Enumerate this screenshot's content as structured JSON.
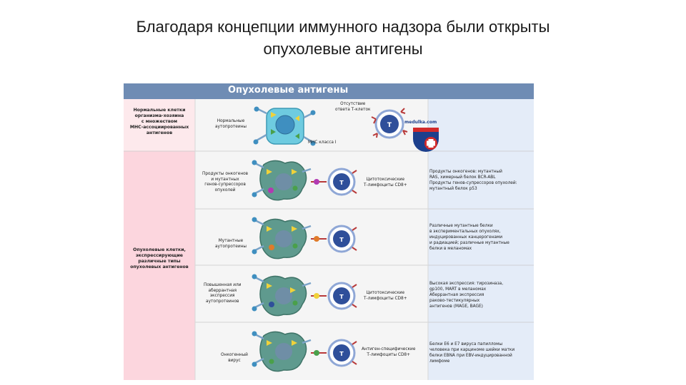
{
  "slide": {
    "title_line1": "Благодаря концепции иммунного надзора были открыты",
    "title_line2": "опухолевые антигены"
  },
  "figure": {
    "header": "Опухолевые антигены",
    "watermark": "medulka.com",
    "row_labels": {
      "normal": [
        "Нормальные клетки",
        "организма-хозяина",
        "с множеством",
        "МНС-ассоциированных",
        "антигенов"
      ],
      "tumor": [
        "Опухолевые клетки,",
        "экспрессирующие",
        "различные типы",
        "опухолевых антигенов"
      ]
    },
    "cell_labels": {
      "normal_self": [
        "Нормальные",
        "аутопротеины"
      ],
      "no_tcell": [
        "Отсутствие",
        "ответа Т-клеток"
      ],
      "t_letter": "T",
      "mhc": "МНС класса I",
      "oncogene": [
        "Продукты онкогенов",
        "и мутантных",
        "генов-супрессоров",
        "опухолей"
      ],
      "cd8": [
        "Цитотоксические",
        "Т-лимфоциты CD8+"
      ],
      "mutant": [
        "Мутантные",
        "аутопротеины"
      ],
      "overexpr": [
        "Повышенная или",
        "аберрантная",
        "экспрессия",
        "аутопротеинов"
      ],
      "virus": [
        "Онкогенный",
        "вирус"
      ],
      "antigen_cd8": [
        "Антиген-специфические",
        "Т-лимфоциты CD8+"
      ]
    },
    "descriptions": [
      [
        "Продукты онкогенов: мутантный",
        "RAS, химерный белок BCR-ABL",
        "Продукты генов-супрессоров опухолей:",
        "мутантный белок р53"
      ],
      [
        "Различные мутантные белки",
        "в экспериментальных опухолях,",
        "индуцированных канцерогенами",
        "и радиацией; различные мутантные",
        "белки в меланомах"
      ],
      [
        "Высокая экспрессия: тирозиназа,",
        "gp100, MART в меланомах",
        "Аберрантная экспрессия",
        "раково-тестикулярных",
        "антигенов (MAGE, BAGE)"
      ],
      [
        "Белки Е6 и Е7 вируса папилломы",
        "человека при карциноме шейки матки",
        "белки EBNA при EBV-индуцированной",
        "лимфоме"
      ]
    ],
    "colors": {
      "header": "#6f8cb4",
      "normal_bg": "#fde9ec",
      "tumor_bg": "#fcd6de",
      "middle_bg": "#f5f5f5",
      "desc_bg": "#e4ecf8",
      "normal_cell": "#6ecbe0",
      "tumor_cell": "#5f9a8e",
      "t_cell": "#2f4f9a",
      "yellow_antigen": "#f0d23a",
      "green_antigen": "#4aa04a",
      "red_receptor": "#b83a3a"
    },
    "icons": [
      "normal-cell-icon",
      "tumor-cell-icon",
      "t-cell-icon",
      "mhc-receptor-icon",
      "tcr-receptor-icon",
      "medical-shield-icon"
    ]
  }
}
